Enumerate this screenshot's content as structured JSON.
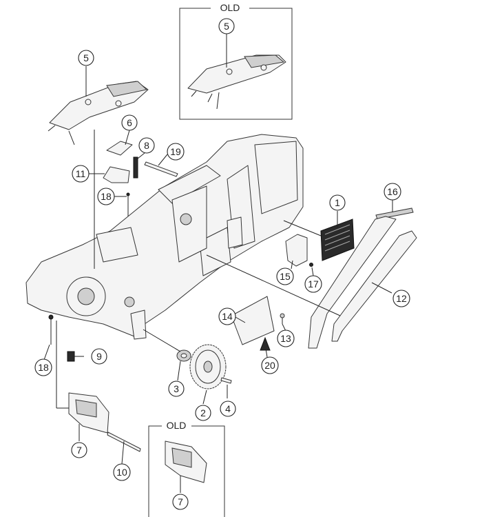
{
  "old_boxes": [
    {
      "id": "old-top",
      "label": "OLD"
    },
    {
      "id": "old-bottom",
      "label": "OLD"
    }
  ],
  "callouts": [
    {
      "id": "c5-old",
      "label": "5"
    },
    {
      "id": "c5",
      "label": "5"
    },
    {
      "id": "c6",
      "label": "6"
    },
    {
      "id": "c8",
      "label": "8"
    },
    {
      "id": "c19",
      "label": "19"
    },
    {
      "id": "c11",
      "label": "11"
    },
    {
      "id": "c18a",
      "label": "18"
    },
    {
      "id": "c1",
      "label": "1"
    },
    {
      "id": "c16",
      "label": "16"
    },
    {
      "id": "c15",
      "label": "15"
    },
    {
      "id": "c17",
      "label": "17"
    },
    {
      "id": "c12",
      "label": "12"
    },
    {
      "id": "c14",
      "label": "14"
    },
    {
      "id": "c13",
      "label": "13"
    },
    {
      "id": "c20",
      "label": "20"
    },
    {
      "id": "c9",
      "label": "9"
    },
    {
      "id": "c18b",
      "label": "18"
    },
    {
      "id": "c3",
      "label": "3"
    },
    {
      "id": "c4",
      "label": "4"
    },
    {
      "id": "c2",
      "label": "2"
    },
    {
      "id": "c7",
      "label": "7"
    },
    {
      "id": "c10",
      "label": "10"
    },
    {
      "id": "c7-old",
      "label": "7"
    }
  ]
}
